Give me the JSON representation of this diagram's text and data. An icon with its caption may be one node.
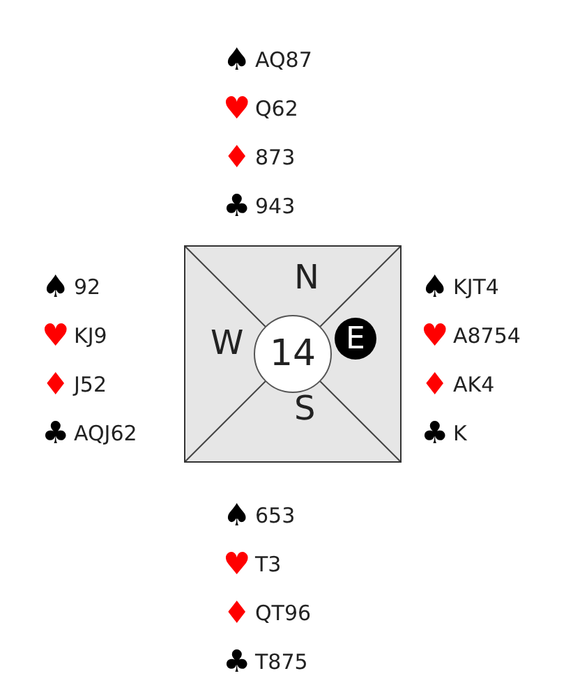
{
  "diagram": {
    "nodes": [
      {
        "text": [
          "N",
          "W",
          "S"
        ]
      },
      {
        "text": [
          "14"
        ],
        "in": 0
      },
      {
        "text": [
          "E"
        ],
        "in": 0
      }
    ],
    "labels": [
      "♠",
      "AQ87",
      "♥",
      "Q62",
      "♦",
      "873",
      "♣",
      "943",
      "♠",
      "92",
      "♥",
      "KJ9",
      "♦",
      "J52",
      "♣",
      "AQJ62",
      "♠",
      "KJT4",
      "♥",
      "A8754",
      "♦",
      "AK4",
      "♣",
      "K",
      "♠",
      "653",
      "♥",
      "T3",
      "♦",
      "QT96",
      "♣",
      "T875"
    ]
  }
}
